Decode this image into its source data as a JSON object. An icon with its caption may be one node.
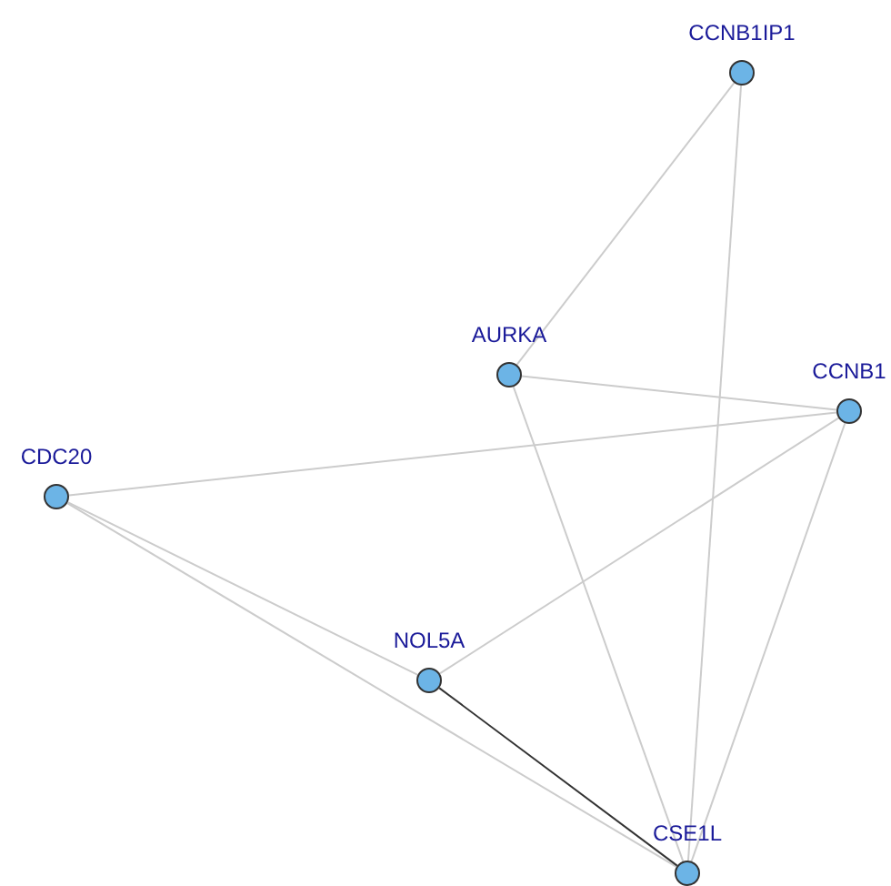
{
  "diagram": {
    "nodes": [
      {
        "text": [
          "CCNB1IP1"
        ]
      },
      {
        "text": [
          "AURKA"
        ]
      },
      {
        "text": [
          "CCNB1"
        ]
      },
      {
        "text": [
          "CDC20"
        ]
      },
      {
        "text": [
          "NOL5A"
        ]
      },
      {
        "text": [
          "CSE1L"
        ]
      }
    ],
    "edges": [
      {
        "from": 0,
        "to": 1,
        "arrow": "none"
      },
      {
        "from": 0,
        "to": 5,
        "arrow": "none"
      },
      {
        "from": 1,
        "to": 2,
        "arrow": "none"
      },
      {
        "from": 1,
        "to": 5,
        "arrow": "none"
      },
      {
        "from": 3,
        "to": 2,
        "arrow": "none"
      },
      {
        "from": 2,
        "to": 4,
        "arrow": "none"
      },
      {
        "from": 2,
        "to": 5,
        "arrow": "none"
      },
      {
        "from": 3,
        "to": 4,
        "arrow": "none"
      },
      {
        "from": 3,
        "to": 5,
        "arrow": "none"
      },
      {
        "from": 4,
        "to": 5,
        "arrow": "none",
        "color": "#333333"
      }
    ]
  }
}
